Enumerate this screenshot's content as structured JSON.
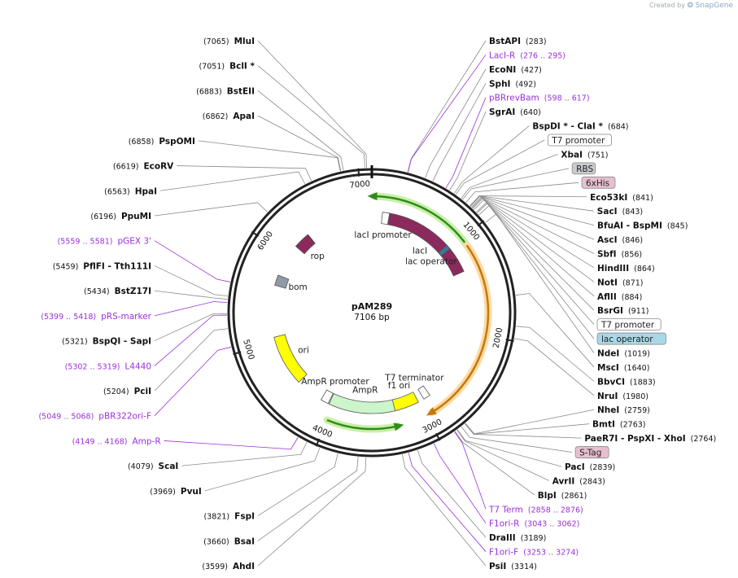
{
  "credit": {
    "prefix": "Created by",
    "brand": "SnapGene"
  },
  "plasmid": {
    "name": "pAM289",
    "length_label": "7106 bp",
    "length": 7106
  },
  "ticks": [
    {
      "label": "1000",
      "pos": 1000
    },
    {
      "label": "2000",
      "pos": 2000
    },
    {
      "label": "3000",
      "pos": 3000
    },
    {
      "label": "4000",
      "pos": 4000
    },
    {
      "label": "5000",
      "pos": 5000
    },
    {
      "label": "6000",
      "pos": 6000
    },
    {
      "label": "7000",
      "pos": 7000
    }
  ],
  "sites": [
    {
      "type": "enzyme",
      "name": "MluI",
      "pos": "(7065)",
      "at": 7065,
      "side": "L"
    },
    {
      "type": "enzyme",
      "name": "BclI *",
      "pos": "(7051)",
      "at": 7051,
      "side": "L"
    },
    {
      "type": "enzyme",
      "name": "BstEII",
      "pos": "(6883)",
      "at": 6883,
      "side": "L"
    },
    {
      "type": "enzyme",
      "name": "ApaI",
      "pos": "(6862)",
      "at": 6862,
      "side": "L"
    },
    {
      "type": "enzyme",
      "name": "PspOMI",
      "pos": "(6858)",
      "at": 6858,
      "side": "L"
    },
    {
      "type": "enzyme",
      "name": "EcoRV",
      "pos": "(6619)",
      "at": 6619,
      "side": "L"
    },
    {
      "type": "enzyme",
      "name": "HpaI",
      "pos": "(6563)",
      "at": 6563,
      "side": "L"
    },
    {
      "type": "enzyme",
      "name": "PpuMI",
      "pos": "(6196)",
      "at": 6196,
      "side": "L"
    },
    {
      "type": "primer",
      "name": "pGEX 3'",
      "pos": "(5559 .. 5581)",
      "at": 5570,
      "side": "L"
    },
    {
      "type": "enzyme",
      "name": "PflFI  - Tth111I",
      "pos": "(5459)",
      "at": 5459,
      "side": "L"
    },
    {
      "type": "enzyme",
      "name": "BstZ17I",
      "pos": "(5434)",
      "at": 5434,
      "side": "L"
    },
    {
      "type": "primer",
      "name": "pRS-marker",
      "pos": "(5399 .. 5418)",
      "at": 5408,
      "side": "L"
    },
    {
      "type": "enzyme",
      "name": "BspQI  - SapI",
      "pos": "(5321)",
      "at": 5321,
      "side": "L"
    },
    {
      "type": "primer",
      "name": "L4440",
      "pos": "(5302 .. 5319)",
      "at": 5310,
      "side": "L"
    },
    {
      "type": "enzyme",
      "name": "PciI",
      "pos": "(5204)",
      "at": 5204,
      "side": "L"
    },
    {
      "type": "primer",
      "name": "pBR322ori-F",
      "pos": "(5049 .. 5068)",
      "at": 5058,
      "side": "L"
    },
    {
      "type": "primer",
      "name": "Amp-R",
      "pos": "(4149 .. 4168)",
      "at": 4158,
      "side": "L"
    },
    {
      "type": "enzyme",
      "name": "ScaI",
      "pos": "(4079)",
      "at": 4079,
      "side": "L"
    },
    {
      "type": "enzyme",
      "name": "PvuI",
      "pos": "(3969)",
      "at": 3969,
      "side": "L"
    },
    {
      "type": "enzyme",
      "name": "FspI",
      "pos": "(3821)",
      "at": 3821,
      "side": "L"
    },
    {
      "type": "enzyme",
      "name": "BsaI",
      "pos": "(3660)",
      "at": 3660,
      "side": "L"
    },
    {
      "type": "enzyme",
      "name": "AhdI",
      "pos": "(3599)",
      "at": 3599,
      "side": "L"
    },
    {
      "type": "enzyme",
      "name": "PsiI",
      "pos": "(3314)",
      "at": 3314,
      "side": "R"
    },
    {
      "type": "primer",
      "name": "LacI-R",
      "pos": "(276 .. 295)",
      "at": 285,
      "side": "R"
    },
    {
      "type": "enzyme",
      "name": "BstAPI",
      "pos": "(283)",
      "at": 283,
      "side": "R"
    },
    {
      "type": "enzyme",
      "name": "EcoNI",
      "pos": "(427)",
      "at": 427,
      "side": "R"
    },
    {
      "type": "enzyme",
      "name": "SphI",
      "pos": "(492)",
      "at": 492,
      "side": "R"
    },
    {
      "type": "primer",
      "name": "pBRrevBam",
      "pos": "(598 .. 617)",
      "at": 607,
      "side": "R"
    },
    {
      "type": "enzyme",
      "name": "SgrAI",
      "pos": "(640)",
      "at": 640,
      "side": "R"
    },
    {
      "type": "enzyme",
      "name": "BspDI *  - ClaI *",
      "pos": "(684)",
      "at": 684,
      "side": "R"
    },
    {
      "type": "feature",
      "name": "T7 promoter",
      "pos": "",
      "at": 700,
      "side": "R",
      "fill": "#ffffff"
    },
    {
      "type": "enzyme",
      "name": "XbaI",
      "pos": "(751)",
      "at": 751,
      "side": "R"
    },
    {
      "type": "feature",
      "name": "RBS",
      "pos": "",
      "at": 765,
      "side": "R",
      "fill": "#c8ccd0"
    },
    {
      "type": "feature",
      "name": "6xHis",
      "pos": "",
      "at": 800,
      "side": "R",
      "fill": "#e8bfd0"
    },
    {
      "type": "enzyme",
      "name": "Eco53kI",
      "pos": "(841)",
      "at": 841,
      "side": "R"
    },
    {
      "type": "enzyme",
      "name": "SacI",
      "pos": "(843)",
      "at": 843,
      "side": "R"
    },
    {
      "type": "enzyme",
      "name": "BfuAI  - BspMI",
      "pos": "(845)",
      "at": 845,
      "side": "R"
    },
    {
      "type": "enzyme",
      "name": "AscI",
      "pos": "(846)",
      "at": 846,
      "side": "R"
    },
    {
      "type": "enzyme",
      "name": "SbfI",
      "pos": "(856)",
      "at": 856,
      "side": "R"
    },
    {
      "type": "enzyme",
      "name": "HindIII",
      "pos": "(864)",
      "at": 864,
      "side": "R"
    },
    {
      "type": "enzyme",
      "name": "NotI",
      "pos": "(871)",
      "at": 871,
      "side": "R"
    },
    {
      "type": "enzyme",
      "name": "AflII",
      "pos": "(884)",
      "at": 884,
      "side": "R"
    },
    {
      "type": "enzyme",
      "name": "BsrGI",
      "pos": "(911)",
      "at": 911,
      "side": "R"
    },
    {
      "type": "feature",
      "name": "T7 promoter",
      "pos": "",
      "at": 920,
      "side": "R",
      "fill": "#ffffff"
    },
    {
      "type": "feature",
      "name": "lac operator",
      "pos": "",
      "at": 940,
      "side": "R",
      "fill": "#a8d8e8"
    },
    {
      "type": "enzyme",
      "name": "NdeI",
      "pos": "(1019)",
      "at": 1019,
      "side": "R"
    },
    {
      "type": "enzyme",
      "name": "MscI",
      "pos": "(1640)",
      "at": 1640,
      "side": "R"
    },
    {
      "type": "enzyme",
      "name": "BbvCI",
      "pos": "(1883)",
      "at": 1883,
      "side": "R"
    },
    {
      "type": "enzyme",
      "name": "NruI",
      "pos": "(1980)",
      "at": 1980,
      "side": "R"
    },
    {
      "type": "enzyme",
      "name": "NheI",
      "pos": "(2759)",
      "at": 2759,
      "side": "R"
    },
    {
      "type": "enzyme",
      "name": "BmtI",
      "pos": "(2763)",
      "at": 2763,
      "side": "R"
    },
    {
      "type": "enzyme",
      "name": "PaeR7I  - PspXI  - XhoI",
      "pos": "(2764)",
      "at": 2764,
      "side": "R"
    },
    {
      "type": "feature",
      "name": "S-Tag",
      "pos": "",
      "at": 2800,
      "side": "R",
      "fill": "#e8bfd0"
    },
    {
      "type": "enzyme",
      "name": "PacI",
      "pos": "(2839)",
      "at": 2839,
      "side": "R"
    },
    {
      "type": "enzyme",
      "name": "AvrII",
      "pos": "(2843)",
      "at": 2843,
      "side": "R"
    },
    {
      "type": "enzyme",
      "name": "BlpI",
      "pos": "(2861)",
      "at": 2861,
      "side": "R"
    },
    {
      "type": "primer",
      "name": "T7 Term",
      "pos": "(2858 .. 2876)",
      "at": 2867,
      "side": "R"
    },
    {
      "type": "primer",
      "name": "F1ori-R",
      "pos": "(3043 .. 3062)",
      "at": 3052,
      "side": "R"
    },
    {
      "type": "enzyme",
      "name": "DraIII",
      "pos": "(3189)",
      "at": 3189,
      "side": "R"
    },
    {
      "type": "primer",
      "name": "F1ori-F",
      "pos": "(3253 .. 3274)",
      "at": 3263,
      "side": "R"
    }
  ],
  "features": [
    {
      "name": "lacI",
      "start": 200,
      "end": 1300,
      "color": "#8b2a5c",
      "ring": 1
    },
    {
      "name": "lacI promoter",
      "start": 120,
      "end": 200,
      "color": "#ffffff",
      "ring": 1
    },
    {
      "name": "lac operator",
      "start": 950,
      "end": 1000,
      "color": "#3a7a9a",
      "ring": 1
    },
    {
      "name": "rop",
      "start": 6140,
      "end": 6330,
      "color": "#8b2a5c",
      "ring": 1
    },
    {
      "name": "bom",
      "start": 5640,
      "end": 5760,
      "color": "#909aa6",
      "ring": 1
    },
    {
      "name": "ori",
      "start": 4470,
      "end": 5050,
      "color": "#ffff00",
      "ring": 1
    },
    {
      "name": "AmpR promoter",
      "start": 4060,
      "end": 4150,
      "color": "#ffffff",
      "ring": 1
    },
    {
      "name": "AmpR",
      "start": 3250,
      "end": 4050,
      "color": "#ccf5cc",
      "ring": 1
    },
    {
      "name": "f1 ori",
      "start": 3010,
      "end": 3290,
      "color": "#ffff00",
      "ring": 1
    },
    {
      "name": "T7 terminator",
      "start": 2860,
      "end": 2940,
      "color": "#ffffff",
      "ring": 1
    }
  ],
  "outer_arcs": [
    {
      "name": "lacI-orf",
      "start": 20,
      "end": 1100,
      "color": "#2f8a1f",
      "glow": "#c9f0a8",
      "dir": "ccw"
    },
    {
      "name": "cds-orange",
      "start": 1080,
      "end": 2940,
      "color": "#c07a10",
      "glow": "#ffd9a0",
      "dir": "cw"
    },
    {
      "name": "ampr-orf",
      "start": 3300,
      "end": 4000,
      "color": "#2f8a1f",
      "glow": "#c9f0a8",
      "dir": "ccw"
    }
  ],
  "colors": {
    "enzyme": "#111111",
    "primer": "#9b30d9",
    "leader": "#8a8a8a",
    "backbone": "#222222"
  }
}
